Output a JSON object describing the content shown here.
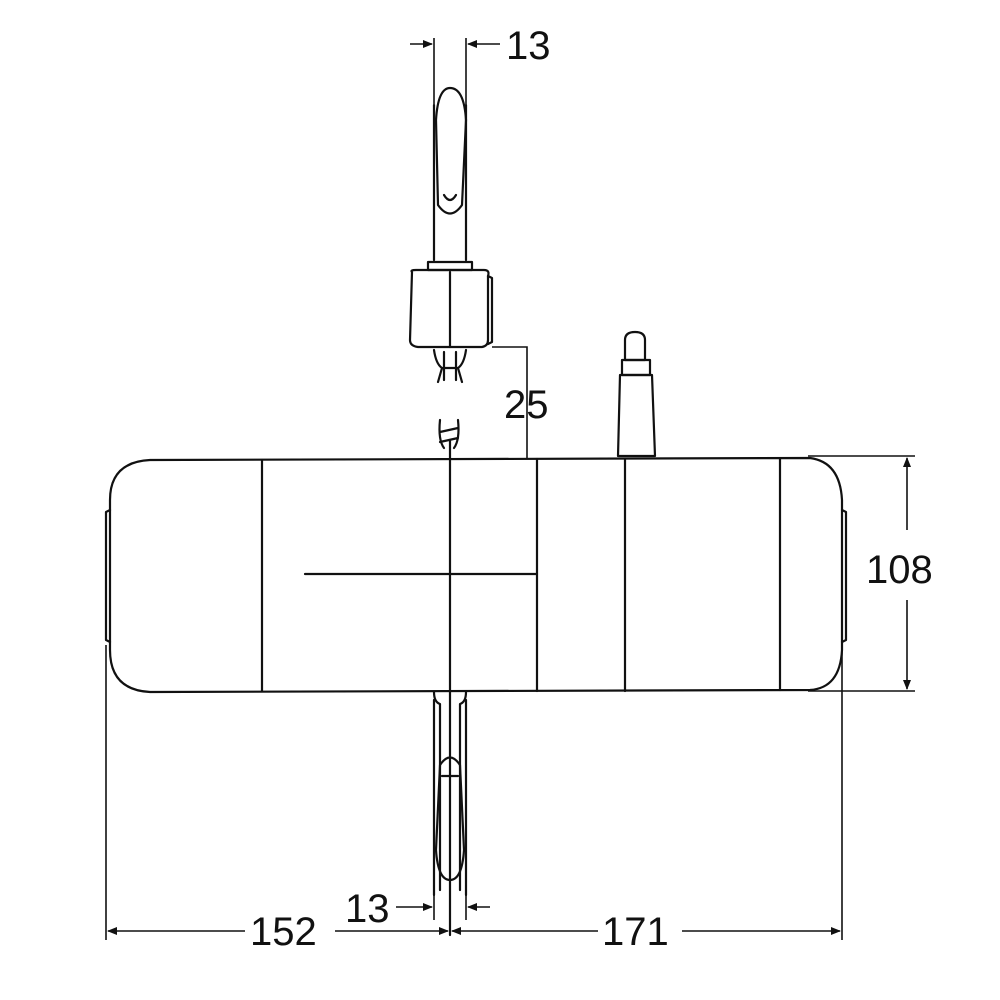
{
  "dimensions": {
    "spindle_top_width": "13",
    "shaft_height": "25",
    "body_height": "108",
    "spindle_bottom_width": "13",
    "left_length": "152",
    "right_length": "171"
  },
  "colors": {
    "line": "#111111",
    "background": "#ffffff"
  }
}
